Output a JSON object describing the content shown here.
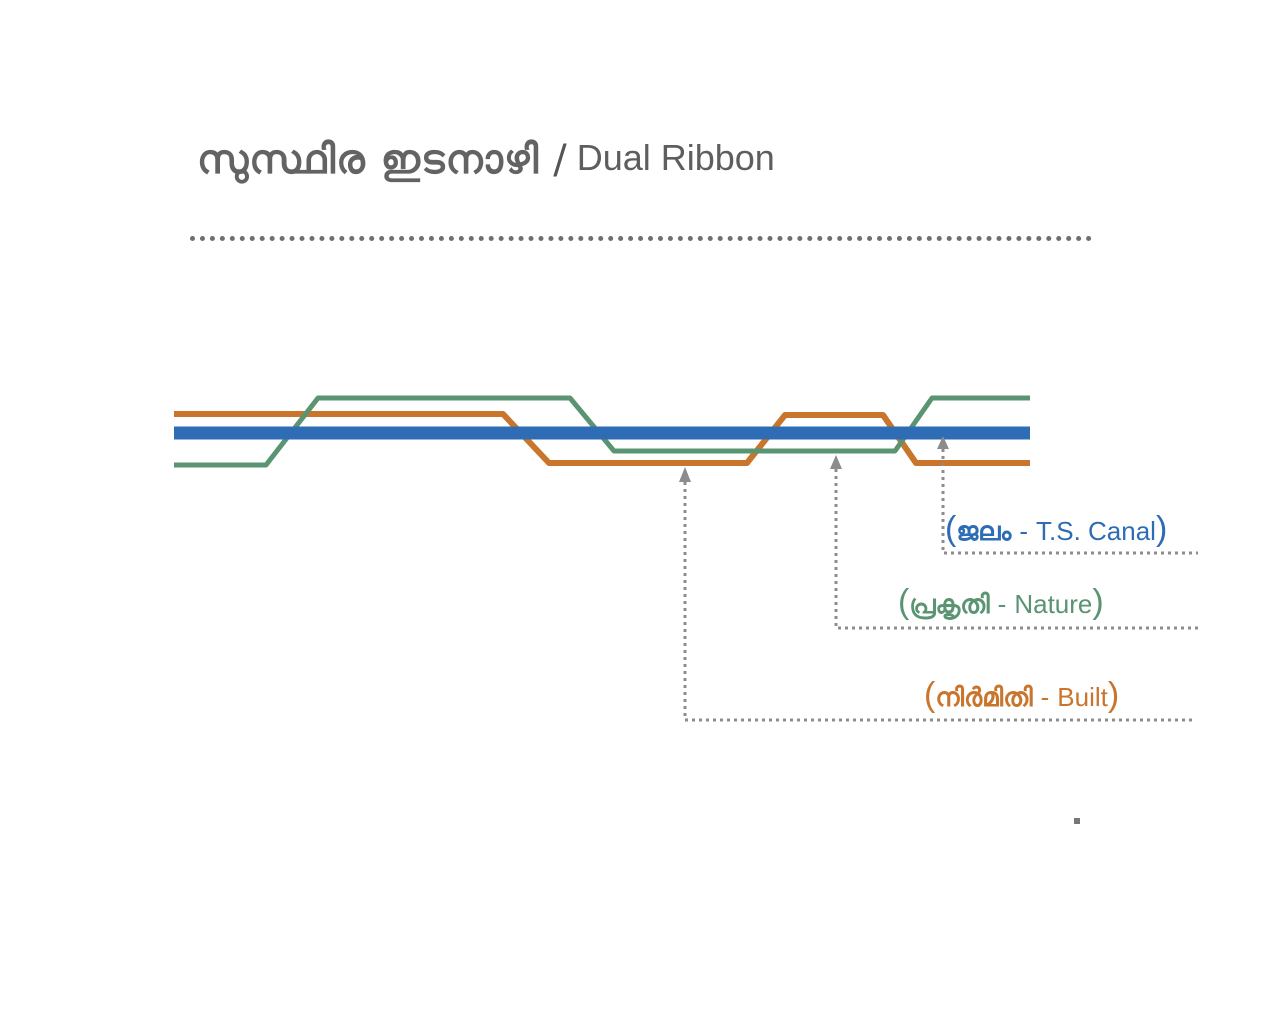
{
  "title": {
    "malayalam": "സുസ്ഥിര ഇടനാഴി",
    "separator": "/",
    "english": "Dual Ribbon"
  },
  "ribbons": [
    {
      "id": "water",
      "malayalam": "ജലം",
      "english": "T.S. Canal",
      "color": "#2e6cb5"
    },
    {
      "id": "nature",
      "malayalam": "പ്രകൃതി",
      "english": "Nature",
      "color": "#5a9472"
    },
    {
      "id": "built",
      "malayalam": "നിർമിതി",
      "english": "Built",
      "color": "#c9752c"
    }
  ],
  "colors": {
    "title": "#636363",
    "leader": "#8c8c8c",
    "water": "#2e6cb5",
    "nature": "#5a9472",
    "built": "#c9752c"
  },
  "icons": {
    "leader_head": "arrow-up-icon"
  }
}
